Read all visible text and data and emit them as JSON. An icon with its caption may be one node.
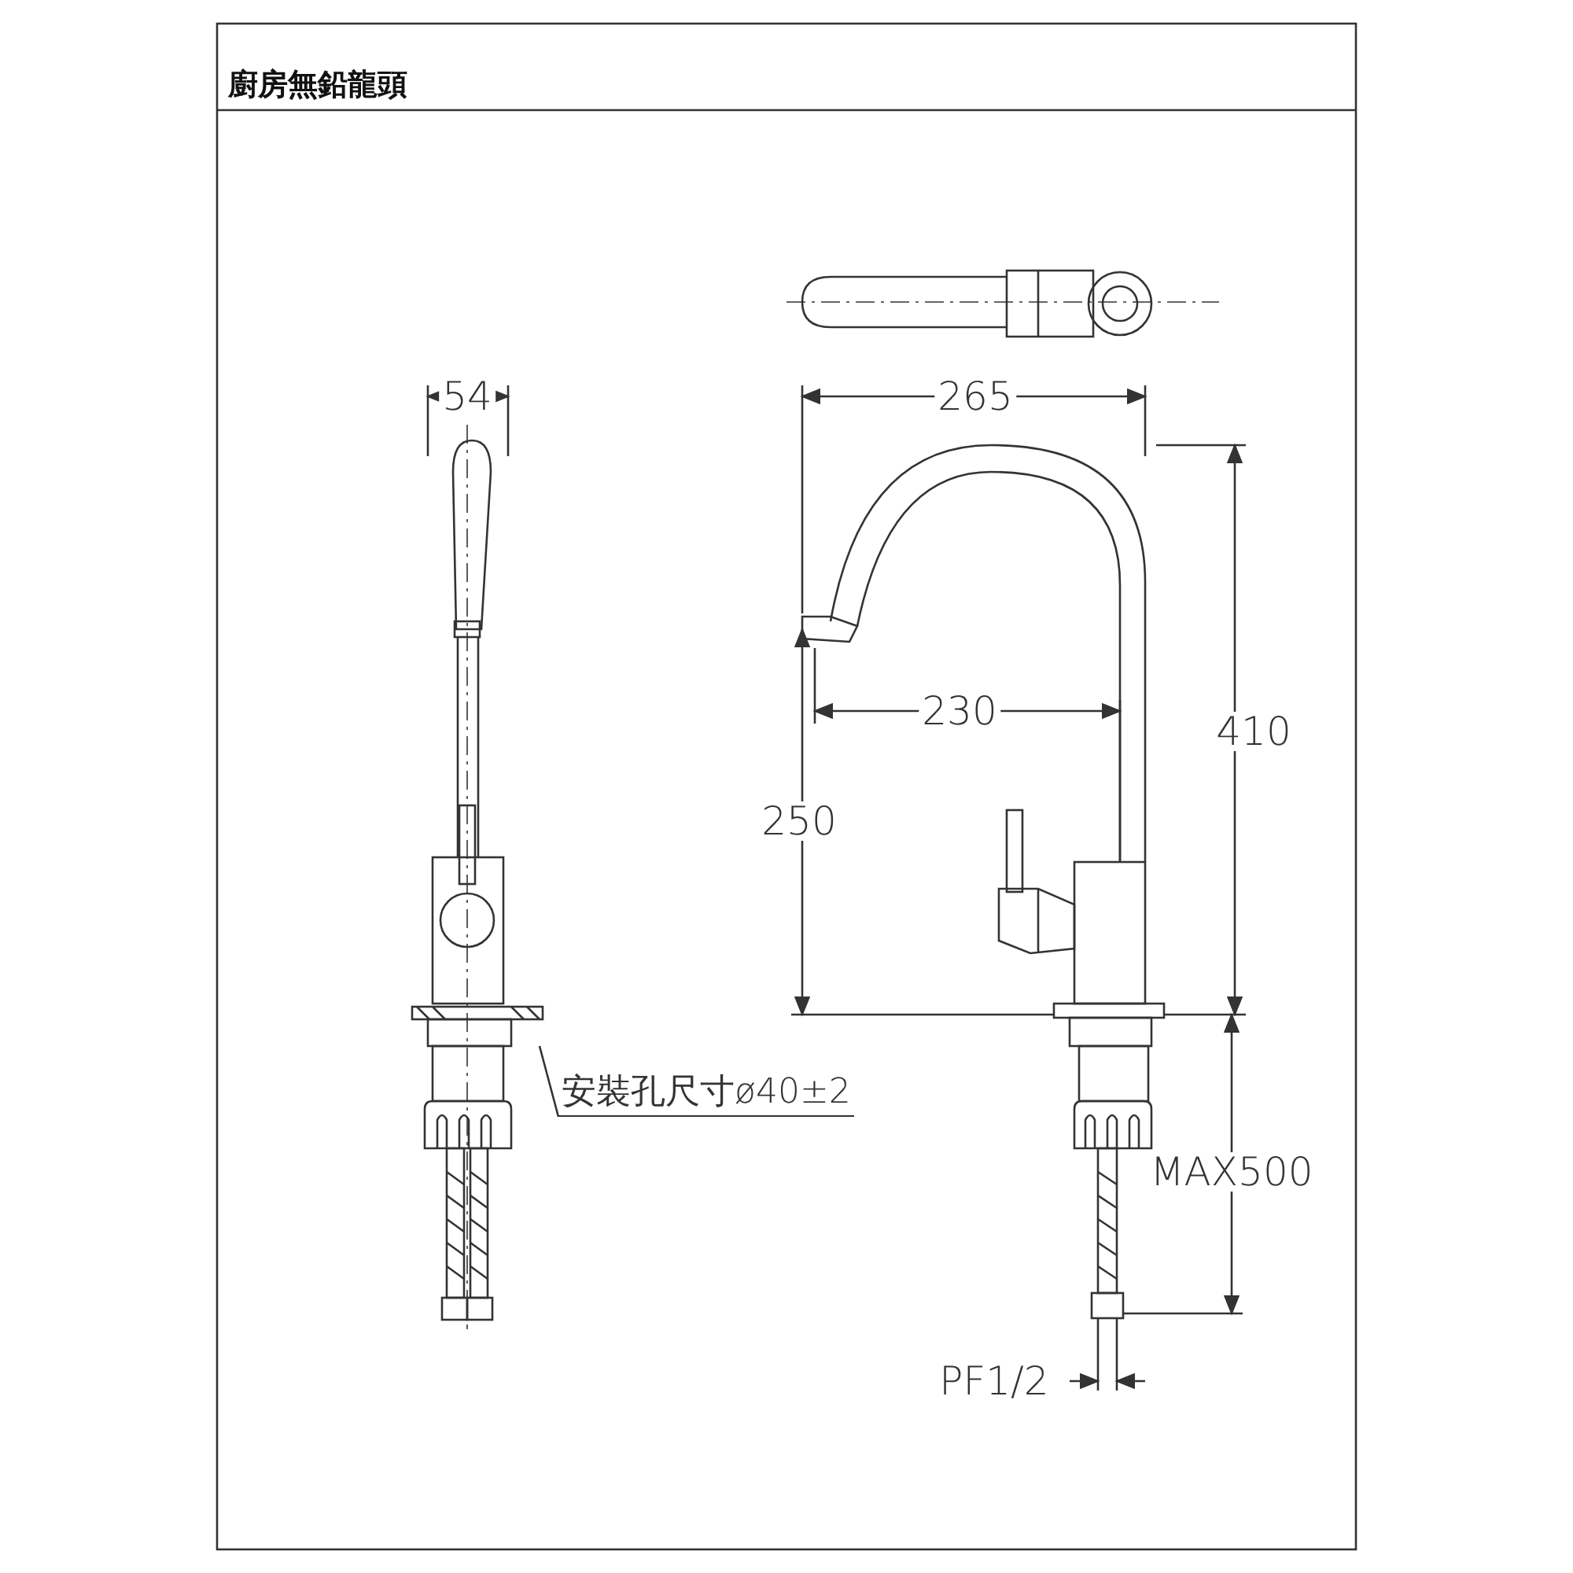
{
  "diagram": {
    "title": "廚房無鉛龍頭",
    "nodes": [
      {
        "text": [
          "安裝孔尺寸ø40±2"
        ]
      },
      {
        "text": [],
        "shape": "picture"
      }
    ],
    "edges": [
      {
        "from": 0,
        "to": 1,
        "arrow": "none"
      }
    ],
    "labels": [
      "54",
      "265",
      "230",
      "410",
      "250",
      "MAX500",
      "PF1/2"
    ]
  }
}
